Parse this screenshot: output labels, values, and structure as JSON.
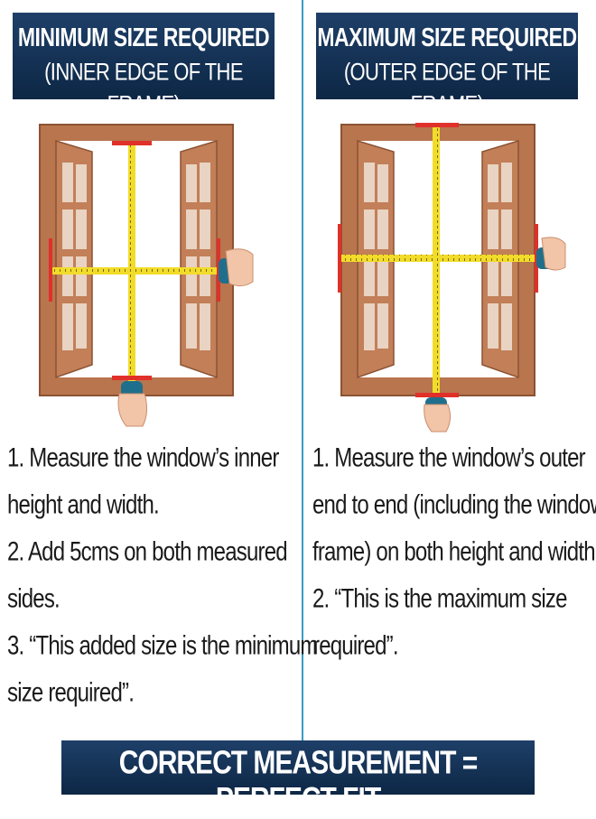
{
  "left_panel": {
    "title": "MINIMUM SIZE REQUIRED",
    "subtitle": "(INNER EDGE OF THE FRAME)",
    "steps": [
      "1. Measure the window’s inner",
      "height and width.",
      "2. Add 5cms on both measured",
      "sides.",
      "3. “This added size is the minimum",
      "size required”."
    ]
  },
  "right_panel": {
    "title": "MAXIMUM SIZE REQUIRED",
    "subtitle": "(OUTER EDGE OF THE FRAME)",
    "steps": [
      "1. Measure the window’s outer",
      "end to end (including the window",
      "frame) on both height and width.",
      "2. “This is the maximum size",
      "required”."
    ]
  },
  "footer": {
    "banner": "CORRECT MEASUREMENT = PERFECT FIT"
  },
  "colors": {
    "badge_navy": "#12314f",
    "frame_brown": "#b8754e",
    "tape_yellow": "#f2dc2a",
    "marker_red": "#e0302a",
    "divider_blue": "#3a9bc4"
  }
}
